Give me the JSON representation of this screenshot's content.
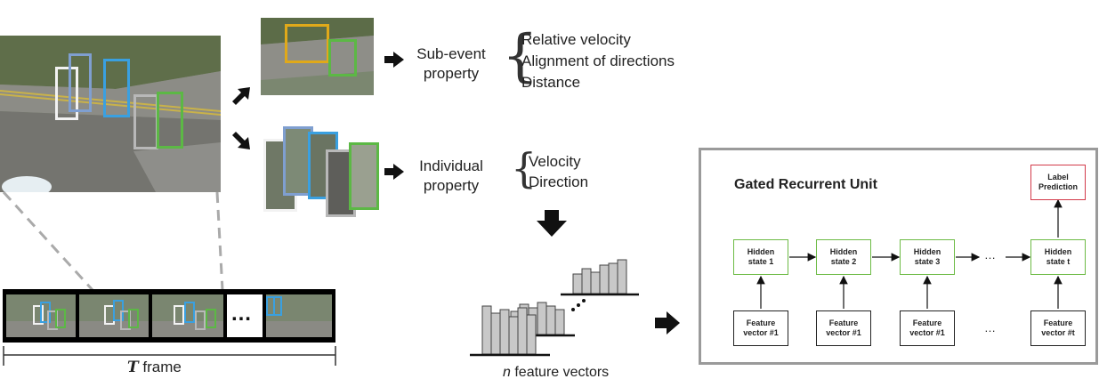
{
  "sub_event": {
    "label_line1": "Sub-event",
    "label_line2": "property",
    "items": [
      "Relative velocity",
      "Alignment of directions",
      "Distance"
    ]
  },
  "individual": {
    "label_line1": "Individual",
    "label_line2": "property",
    "items": [
      "Velocity",
      "Direction"
    ]
  },
  "filmstrip": {
    "ellipsis": "…",
    "frame_var": "T",
    "frame_label": " frame"
  },
  "feature_vectors": {
    "n_var": "n",
    "caption": " feature vectors"
  },
  "gru": {
    "title": "Gated Recurrent Unit",
    "label_node": [
      "Label",
      "Prediction"
    ],
    "hidden_nodes": [
      [
        "Hidden",
        "state 1"
      ],
      [
        "Hidden",
        "state 2"
      ],
      [
        "Hidden",
        "state 3"
      ],
      [
        "Hidden",
        "state t"
      ]
    ],
    "feature_nodes": [
      [
        "Feature",
        "vector #1"
      ],
      [
        "Feature",
        "vector #1"
      ],
      [
        "Feature",
        "vector #1"
      ],
      [
        "Feature",
        "vector #t"
      ]
    ],
    "ellipsis": "…"
  },
  "colors": {
    "box_white": "#f2f2f2",
    "box_blue": "#3aa0e0",
    "box_steel": "#7f9fd0",
    "box_gray": "#b8b8b8",
    "box_green": "#5cb845",
    "box_yellow": "#e0a91a",
    "hidden_border": "#6dbb45",
    "label_border": "#d33a4a",
    "gru_border": "#9a9a9a"
  }
}
